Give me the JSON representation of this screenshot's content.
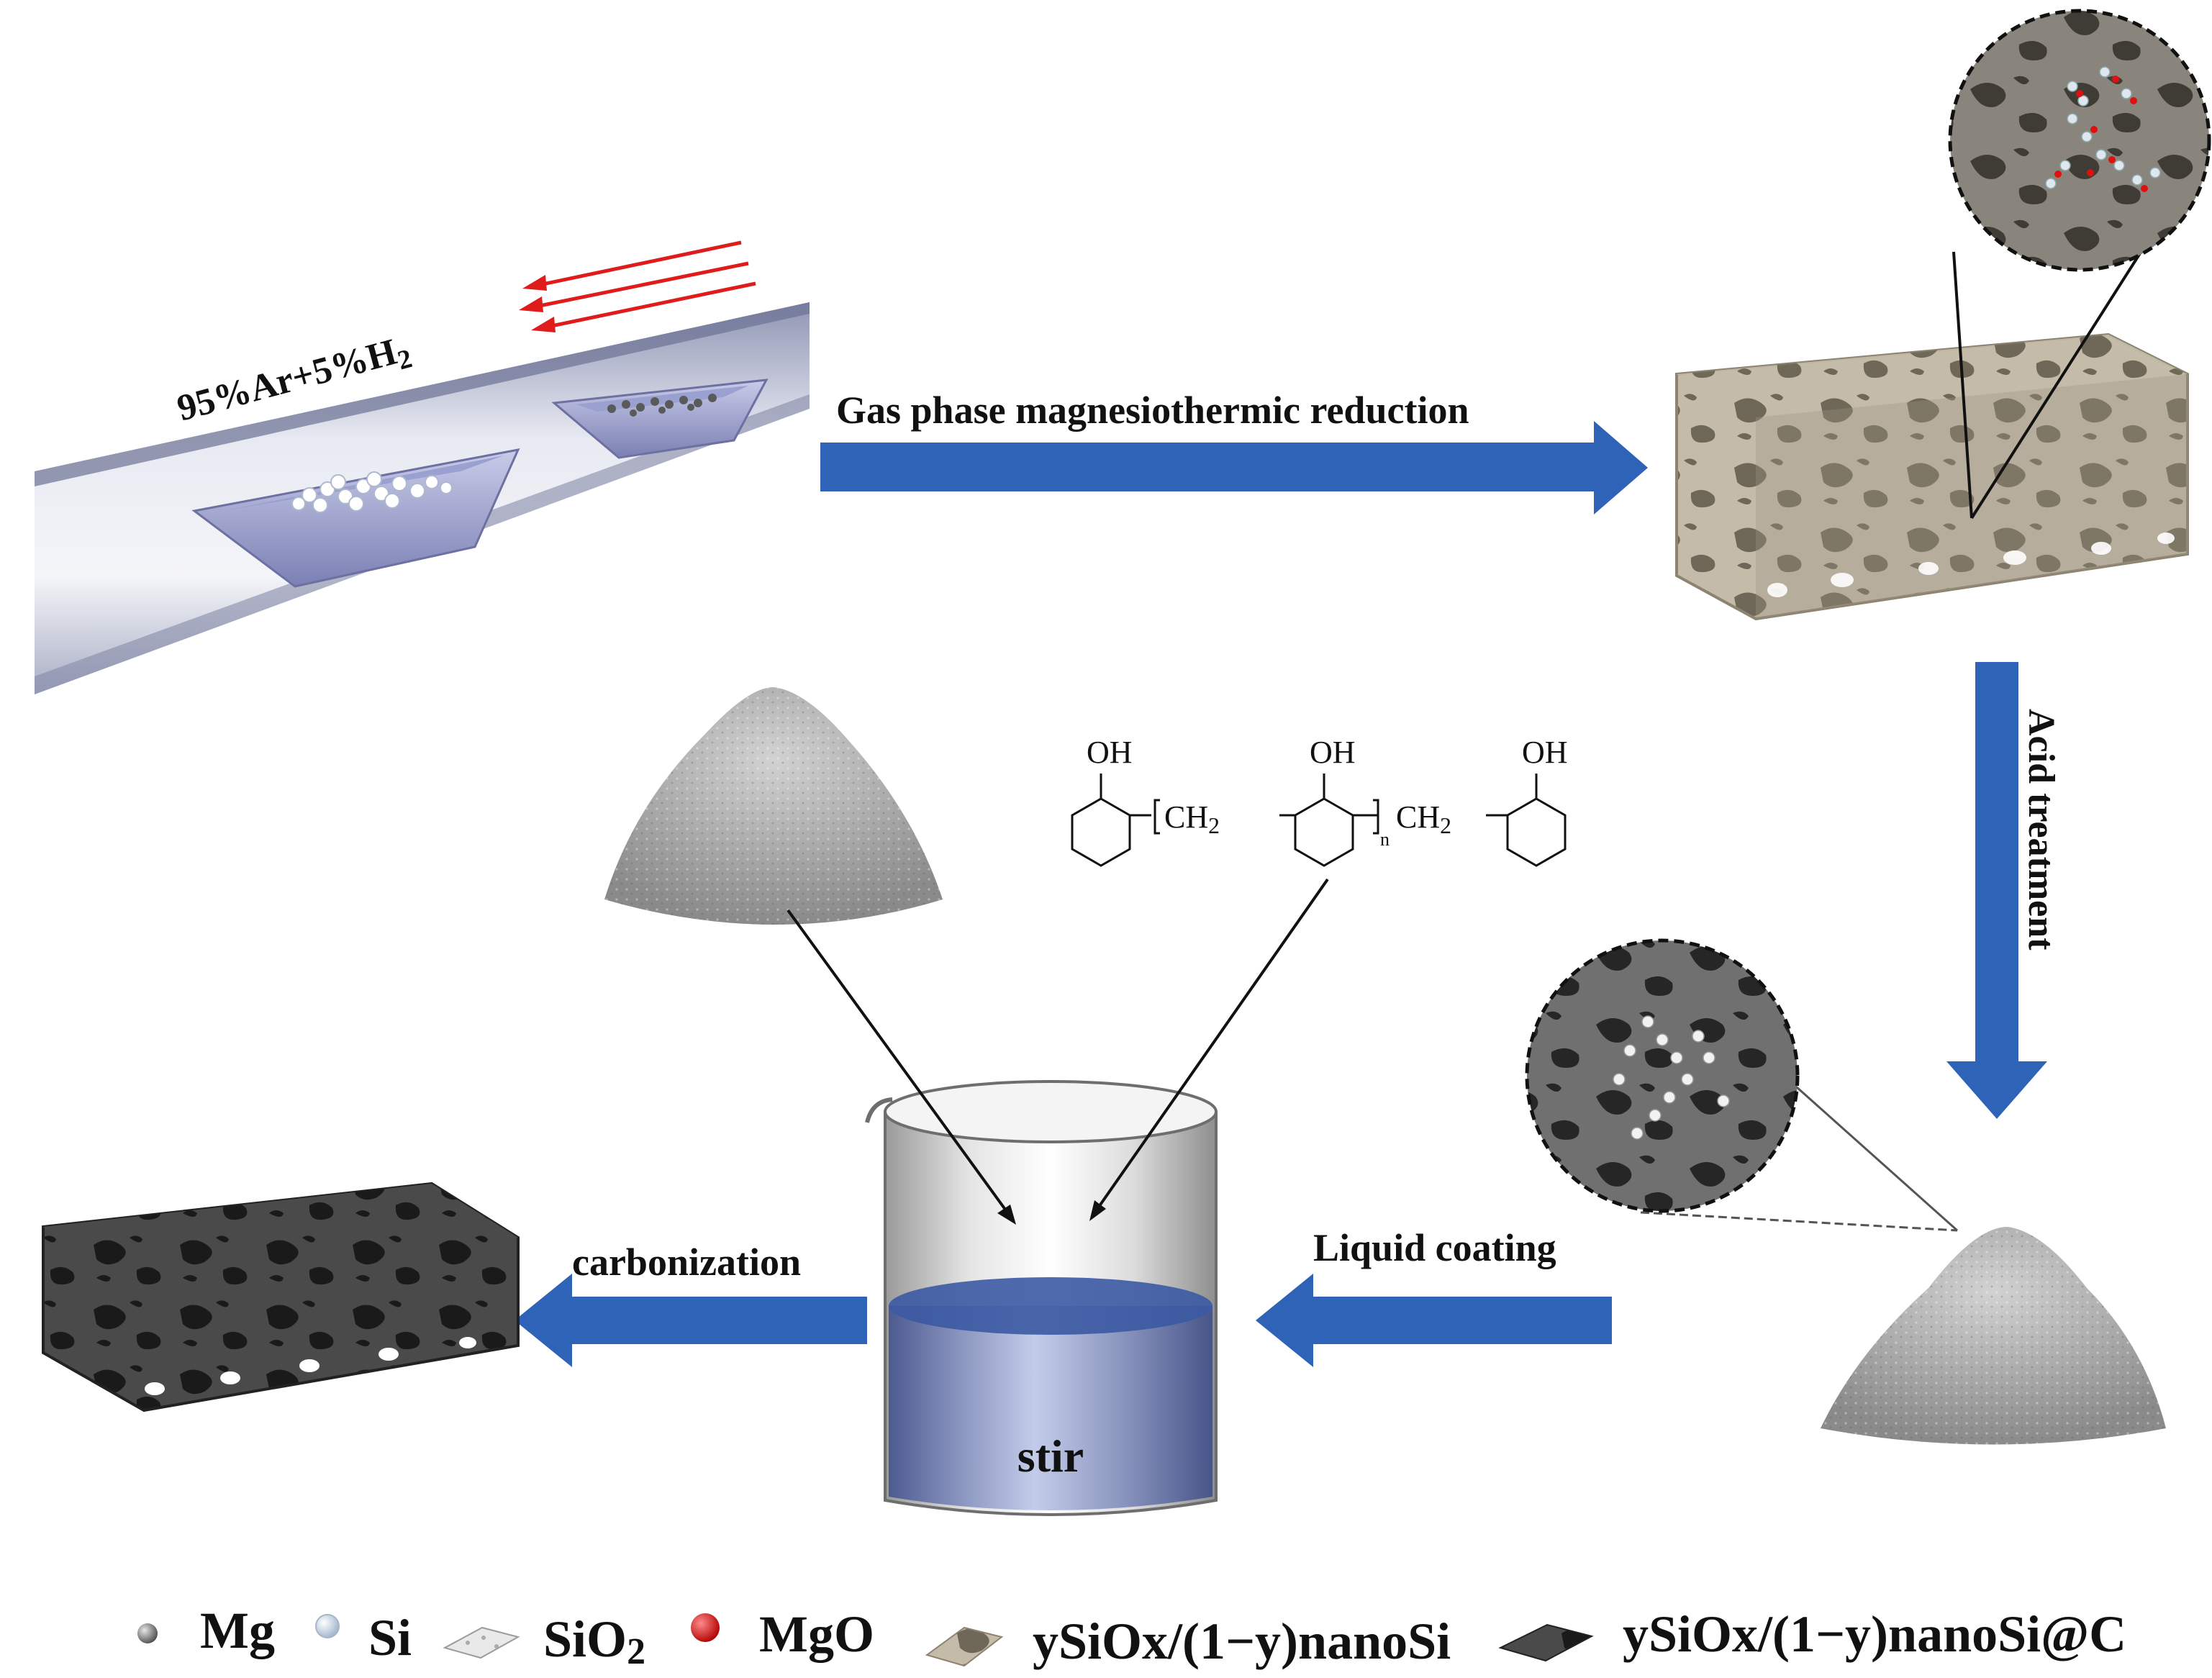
{
  "labels": {
    "gas_mixture": "95%Ar+5%H",
    "gas_mixture_sub": "2",
    "gas_phase": "Gas phase magnesiothermic reduction",
    "acid": "Acid treatment",
    "liquid": "Liquid coating",
    "carbonization": "carbonization",
    "stir": "stir"
  },
  "polymer": {
    "oh_1": "OH",
    "oh_2": "OH",
    "oh_3": "OH",
    "ch2_1": "CH",
    "ch2_1_sub": "2",
    "ch2_2": "CH",
    "ch2_2_sub": "2",
    "repeat_n": "n"
  },
  "legend": {
    "mg": "Mg",
    "si": "Si",
    "sio2": "SiO",
    "sio2_sub": "2",
    "mgo": "MgO",
    "siox": "ySiOx/(1−y)nanoSi",
    "siox_c": "ySiOx/(1−y)nanoSi@C"
  },
  "colors": {
    "process_arrow": "#2f63b8",
    "gas_flow_arrow": "#e01b1b",
    "mgo_dot": "#e01010",
    "porous_si": "#bdb3a2",
    "carbon_coated": "#3d3d3d",
    "solution": "#3b5aa3"
  },
  "icons": [
    "tube-furnace-icon",
    "combustion-boat-icon",
    "porous-block-icon",
    "magnified-pore-icon",
    "powder-pile-icon",
    "beaker-icon",
    "phenolic-resin-structure-icon"
  ]
}
